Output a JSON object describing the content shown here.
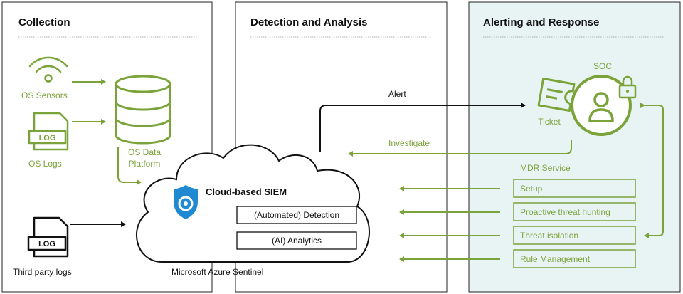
{
  "panels": {
    "collection": "Collection",
    "detection": "Detection and Analysis",
    "alerting": "Alerting and Response"
  },
  "collection": {
    "os_sensors": "OS Sensors",
    "os_logs": "OS Logs",
    "log_badge": "LOG",
    "os_data_platform_line1": "OS Data",
    "os_data_platform_line2": "Platform",
    "third_party_logs": "Third party logs"
  },
  "siem": {
    "title": "Cloud-based SIEM",
    "detection_box": "(Automated) Detection",
    "analytics_box": "(AI) Analytics",
    "caption": "Microsoft Azure Sentinel"
  },
  "flows": {
    "alert": "Alert",
    "investigate": "Investigate"
  },
  "soc": {
    "title": "SOC",
    "ticket": "Ticket"
  },
  "mdr": {
    "title": "MDR Service",
    "items": [
      "Setup",
      "Proactive threat hunting",
      "Threat isolation",
      "Rule Management"
    ]
  },
  "colors": {
    "green": "#7aa33a",
    "panel_fill": "#e8f3f3",
    "azure_blue": "#1f8ad2"
  }
}
